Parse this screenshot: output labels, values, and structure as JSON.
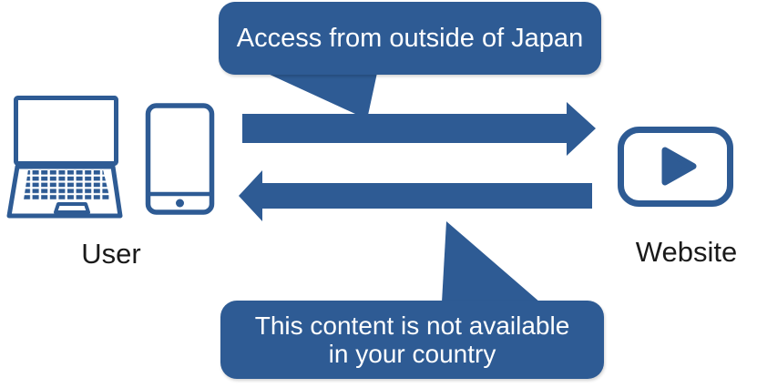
{
  "diagram": {
    "top_bubble": {
      "text": "Access from outside of Japan"
    },
    "bottom_bubble": {
      "line1": "This content is not available",
      "line2": "in your country"
    },
    "user_label": "User",
    "website_label": "Website",
    "arrows": {
      "request": {
        "direction": "right",
        "from": "User",
        "to": "Website"
      },
      "response": {
        "direction": "left",
        "from": "Website",
        "to": "User"
      }
    },
    "icons": {
      "user_devices": [
        "laptop-icon",
        "smartphone-icon"
      ],
      "website": "video-player-icon"
    },
    "colors": {
      "primary": "#2E5B94",
      "bubble_text": "#FFFFFF",
      "label_text": "#1A1A1A",
      "background": "#FFFFFF"
    }
  }
}
